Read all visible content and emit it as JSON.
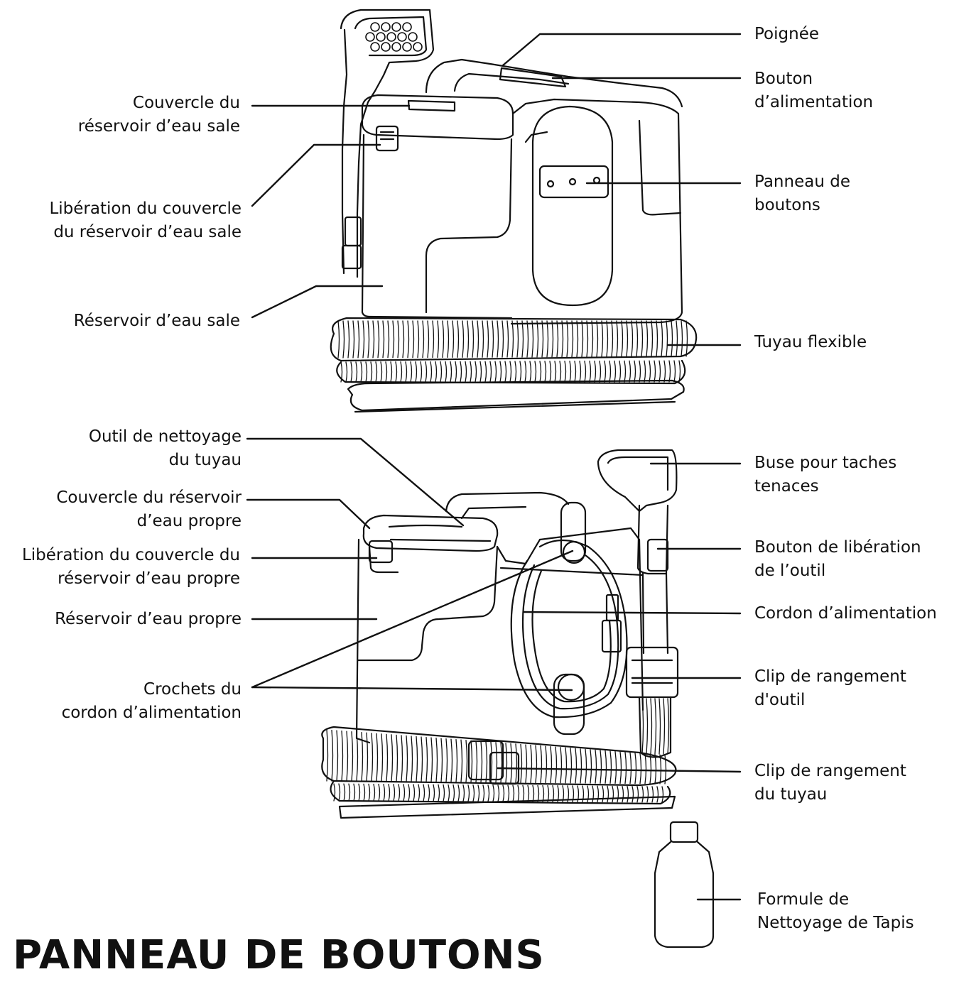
{
  "labels": {
    "poignee": [
      "Poignée"
    ],
    "bouton_alimentation": [
      "Bouton",
      "d’alimentation"
    ],
    "panneau_boutons": [
      "Panneau de",
      "boutons"
    ],
    "tuyau_flexible": [
      "Tuyau flexible"
    ],
    "couvercle_eau_sale": [
      "Couvercle du",
      "réservoir d’eau sale"
    ],
    "liberation_couvercle_eau_sale": [
      "Libération du couvercle",
      "du réservoir d’eau sale"
    ],
    "reservoir_eau_sale": [
      "Réservoir d’eau sale"
    ],
    "outil_nettoyage_tuyau": [
      "Outil de nettoyage",
      "du tuyau"
    ],
    "couvercle_eau_propre": [
      "Couvercle du réservoir",
      "d’eau propre"
    ],
    "liberation_couvercle_eau_propre": [
      "Libération du couvercle du",
      "réservoir d’eau propre"
    ],
    "reservoir_eau_propre": [
      "Réservoir d’eau propre"
    ],
    "crochets_cordon": [
      "Crochets du",
      "cordon d’alimentation"
    ],
    "buse_taches": [
      "Buse pour taches",
      "tenaces"
    ],
    "bouton_liberation_outil": [
      "Bouton de libération",
      "de l’outil"
    ],
    "cordon_alimentation": [
      "Cordon d’alimentation"
    ],
    "clip_outil": [
      "Clip de rangement",
      "d'outil"
    ],
    "clip_tuyau": [
      "Clip de rangement",
      "du tuyau"
    ],
    "formule": [
      "Formule de",
      "Nettoyage de Tapis"
    ]
  },
  "footer": {
    "heading": "PANNEAU DE BOUTONS"
  },
  "colors": {
    "ink": "#111111",
    "background": "#ffffff"
  }
}
